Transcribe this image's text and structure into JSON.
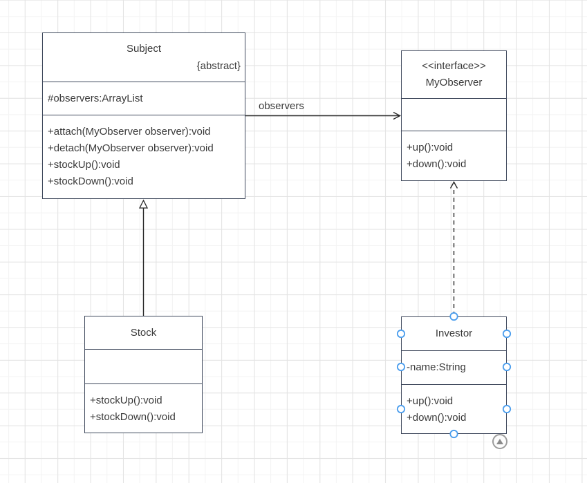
{
  "diagram": {
    "kind": "uml-class-diagram-canvas",
    "pattern": "Observer"
  },
  "colors": {
    "canvas_bg": "#ffffff",
    "grid_minor": "#f3f3f3",
    "grid_major": "#e3e3e3",
    "box_border": "#3b4559",
    "box_fill": "#ffffff",
    "text": "#3a3a3a",
    "connector": "#262626",
    "selection_handle": "#4a9ded",
    "action_ring": "#9b9b9b",
    "action_glyph": "#8a8a8a"
  },
  "classes": [
    {
      "title": "Subject",
      "tag": "{abstract}",
      "attributes": [
        "#observers:ArrayList"
      ],
      "methods": [
        "+attach(MyObserver observer):void",
        "+detach(MyObserver observer):void",
        "+stockUp():void",
        "+stockDown():void"
      ],
      "selected": false
    },
    {
      "stereotype": "<<interface>>",
      "title": "MyObserver",
      "attributes": [],
      "methods": [
        "+up():void",
        "+down():void"
      ],
      "selected": false
    },
    {
      "title": "Stock",
      "attributes": [],
      "methods": [
        "+stockUp():void",
        "+stockDown():void"
      ],
      "selected": false
    },
    {
      "title": "Investor",
      "attributes": [
        "-name:String"
      ],
      "methods": [
        "+up():void",
        "+down():void"
      ],
      "selected": true
    }
  ],
  "connectors": [
    {
      "name": "subject-to-myobserver",
      "label": "observers",
      "line_style": "solid",
      "arrowhead": "open-arrow",
      "relation": "association"
    },
    {
      "name": "stock-to-subject",
      "label": "",
      "line_style": "solid",
      "arrowhead": "hollow-triangle",
      "relation": "generalization"
    },
    {
      "name": "investor-to-myobserver",
      "label": "",
      "line_style": "dashed",
      "arrowhead": "open-arrow",
      "relation": "realization"
    }
  ],
  "selection": {
    "handle_count": 8,
    "action_button": "up-arrow"
  }
}
